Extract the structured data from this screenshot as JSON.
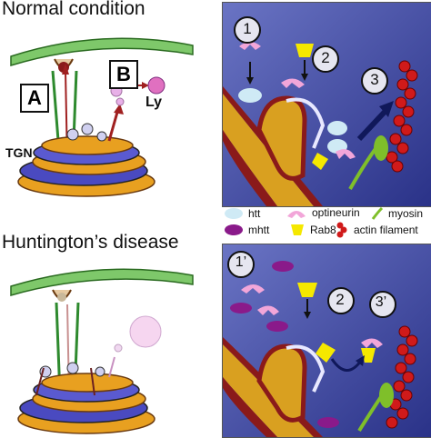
{
  "titles": {
    "normal": "Normal condition",
    "disease": "Huntington’s disease"
  },
  "left_labels": {
    "box_a": "A",
    "box_b": "B",
    "tgn": "TGN",
    "ly": "Ly"
  },
  "steps_top": [
    "1",
    "2",
    "3"
  ],
  "steps_bottom": [
    "1’",
    "2",
    "3’"
  ],
  "legend": [
    {
      "icon": "htt-shape",
      "label": "htt",
      "color": "#cfeaf5"
    },
    {
      "icon": "optineurin-shape",
      "label": "optineurin",
      "color": "#f2a6d9"
    },
    {
      "icon": "myosin-shape",
      "label": "myosin",
      "color": "#7fbf2a"
    },
    {
      "icon": "mhtt-shape",
      "label": "mhtt",
      "color": "#8a1a8a"
    },
    {
      "icon": "rab8-shape",
      "label": "Rab8",
      "color": "#f5e800"
    },
    {
      "icon": "actin-shape",
      "label": "actin filament",
      "color": "#d01a1a"
    }
  ]
}
